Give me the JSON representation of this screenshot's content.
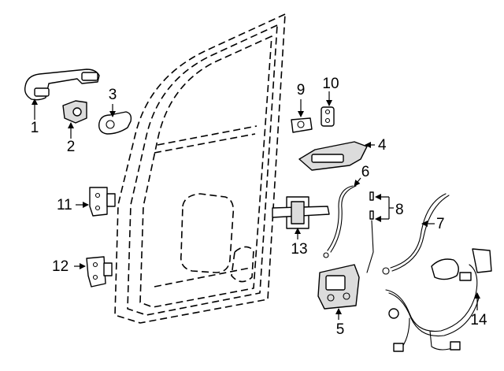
{
  "colors": {
    "line": "#000000",
    "background": "#ffffff",
    "shade": "#dcdcdc"
  },
  "callouts": [
    "1",
    "2",
    "3",
    "4",
    "5",
    "6",
    "7",
    "8",
    "9",
    "10",
    "11",
    "12",
    "13",
    "14"
  ]
}
